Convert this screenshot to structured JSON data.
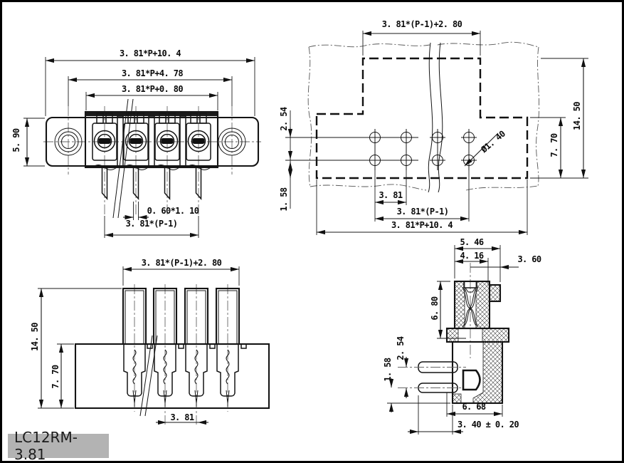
{
  "title_block": {
    "part_number": "LC12RM-3.81"
  },
  "colors": {
    "line": "#141414",
    "centerline": "#666666",
    "title_bg": "#b3b3b3"
  },
  "views": {
    "front": {
      "overall_width": "3. 81*P+10. 4",
      "flange_span": "3. 81*P+4. 78",
      "body_width": "3. 81*P+0. 80",
      "height": "5. 90",
      "pin_cross_section": "0. 60*1. 10",
      "pin_span": "3. 81*(P-1)"
    },
    "pcb": {
      "cutout_width": "3. 81*(P-1)+2. 80",
      "row_pitch": "2. 54",
      "edge_offset": "1. 58",
      "hole_diameter": "Ø1. 40",
      "pitch": "3. 81",
      "pin_span": "3. 81*(P-1)",
      "overall_width": "3. 81*P+10. 4",
      "step_height": "7. 70",
      "total_height": "14. 50"
    },
    "side": {
      "plug_width": "3. 81*(P-1)+2. 80",
      "total_height": "14. 50",
      "base_height": "7. 70",
      "pitch": "3. 81"
    },
    "section": {
      "top_width": "5. 46",
      "opening_width": "4. 16",
      "right_offset": "3. 60",
      "cavity_depth": "6. 80",
      "pin_row_pitch": "2. 54",
      "pin_row_offset": "1. 58",
      "base_depth": "6. 68",
      "pin_length": "3. 40 ± 0. 20"
    }
  }
}
